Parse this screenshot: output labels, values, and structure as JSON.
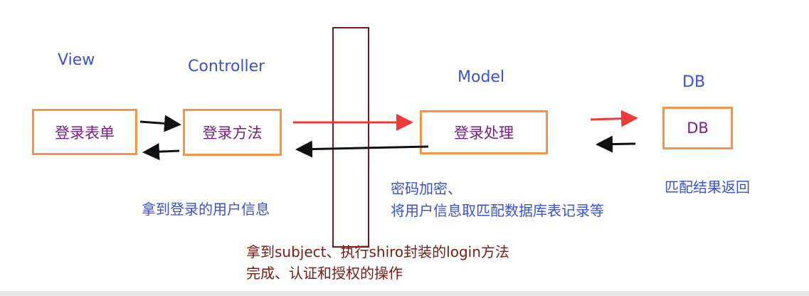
{
  "layers": {
    "view": "View",
    "controller": "Controller",
    "model": "Model",
    "db": "DB"
  },
  "boxes": {
    "view": "登录表单",
    "controller": "登录方法",
    "model": "登录处理",
    "db": "DB"
  },
  "notes": {
    "controller": "拿到登录的用户信息",
    "model_line1": "密码加密、",
    "model_line2": "将用户信息取匹配数据库表记录等",
    "db": "匹配结果返回",
    "shiro_line1": "拿到subject、执行shiro封装的login方法",
    "shiro_line2": "完成、认证和授权的操作"
  },
  "colors": {
    "layer_label": "#3a52cf",
    "box_border": "#f2954a",
    "box_text": "#7b1d86",
    "arrow_red": "#f03a3a",
    "arrow_black": "#111111",
    "shiro_border": "#7a1a1a",
    "shiro_text": "#7a1a12"
  }
}
